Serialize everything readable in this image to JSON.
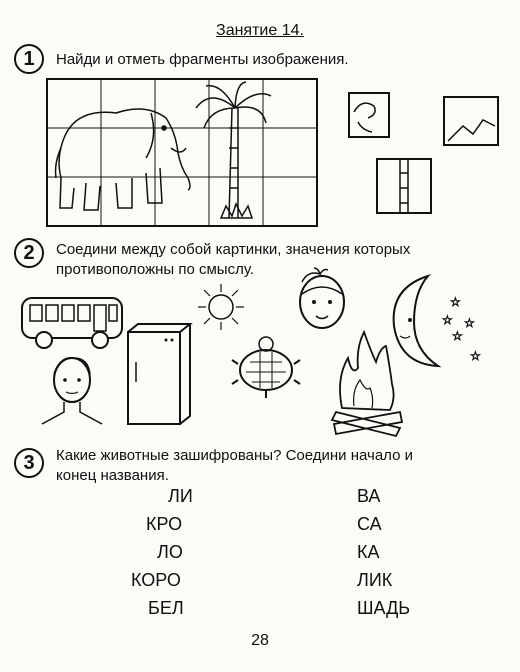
{
  "lesson_title": "Занятие 14.",
  "tasks": [
    {
      "number": "1",
      "instruction": "Найди и отметь фрагменты изображения."
    },
    {
      "number": "2",
      "instruction_line1": "Соедини между собой картинки, значения которых",
      "instruction_line2": "противоположны по смыслу."
    },
    {
      "number": "3",
      "instruction_line1": "Какие животные зашифрованы? Соедини начало и",
      "instruction_line2": "конец названия."
    }
  ],
  "word_starts": [
    "ЛИ",
    "КРО",
    "ЛО",
    "КОРО",
    "БЕЛ"
  ],
  "word_ends": [
    "ВА",
    "СА",
    "КА",
    "ЛИК",
    "ШАДЬ"
  ],
  "page_number": "28"
}
